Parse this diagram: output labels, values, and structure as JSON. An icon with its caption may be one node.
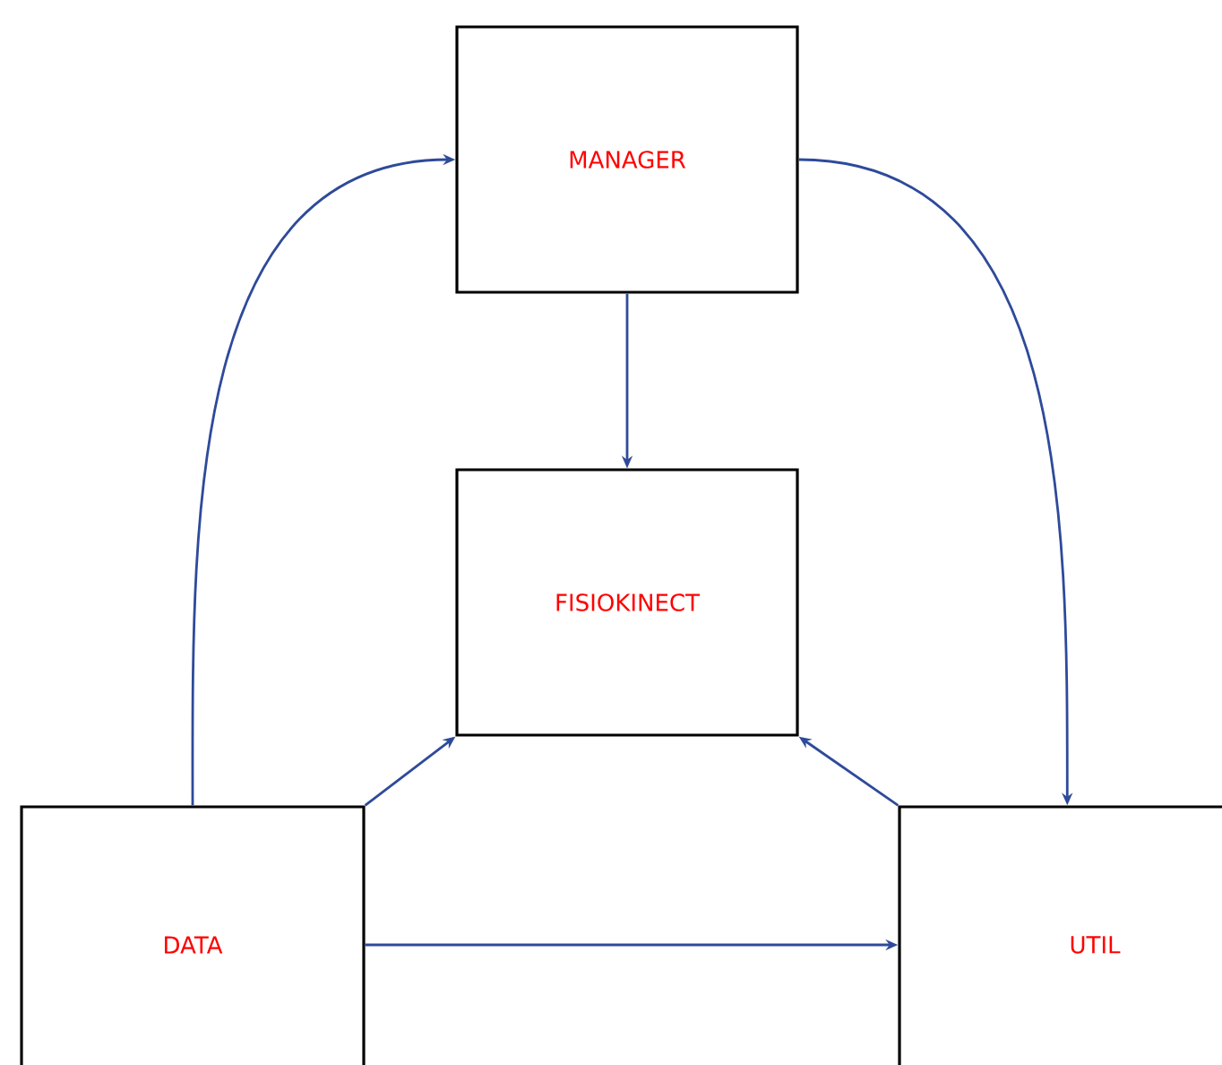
{
  "diagram": {
    "nodes": [
      {
        "text": [
          "MANAGER"
        ]
      },
      {
        "text": [
          "FISIOKINECT"
        ]
      },
      {
        "text": [
          "DATA"
        ]
      },
      {
        "text": [
          "UTIL"
        ]
      }
    ],
    "edges": [
      {
        "from": 2,
        "to": 0,
        "arrow": "to"
      },
      {
        "from": 0,
        "to": 1,
        "arrow": "to"
      },
      {
        "from": 0,
        "to": 3,
        "arrow": "to"
      },
      {
        "from": 2,
        "to": 1,
        "arrow": "to"
      },
      {
        "from": 3,
        "to": 1,
        "arrow": "to"
      },
      {
        "from": 2,
        "to": 3,
        "arrow": "to"
      }
    ]
  }
}
